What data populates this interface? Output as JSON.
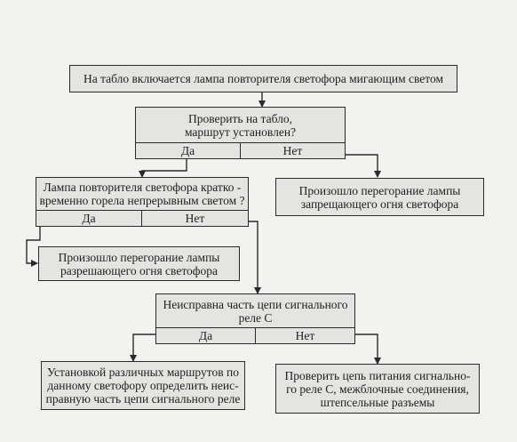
{
  "nodes": {
    "start": {
      "lines": [
        "На табло включается лампа повторителя светофора мигающим светом"
      ]
    },
    "check_route": {
      "lines": [
        "Проверить на табло,",
        "маршрут установлен?"
      ],
      "yes": "Да",
      "no": "Нет"
    },
    "forbid_burnout": {
      "lines": [
        "Произошло перегорание лампы",
        "запрещающего огня светофора"
      ]
    },
    "repeater_check": {
      "lines": [
        "Лампа повторителя светофора кратко -",
        "временно горела непрерывным светом ?"
      ],
      "yes": "Да",
      "no": "Нет"
    },
    "allow_burnout": {
      "lines": [
        "Произошло перегорание лампы",
        "разрешающего огня светофора"
      ]
    },
    "signal_relay_check": {
      "lines": [
        "Неисправна часть цепи сигнального",
        "реле С"
      ],
      "yes": "Да",
      "no": "Нет"
    },
    "route_check_action": {
      "lines": [
        "Установкой различных маршрутов по",
        "данному светофору определить неис-",
        "правную часть цепи сигнального реле"
      ]
    },
    "power_check_action": {
      "lines": [
        "Проверить цепь питания сигнально-",
        "го реле С, межблочные соединения,",
        "штепсельные разъемы"
      ]
    }
  },
  "colors": {
    "background": "#f2f2f0",
    "box_fill": "#e4e4e2",
    "line": "#2a2a2a"
  }
}
